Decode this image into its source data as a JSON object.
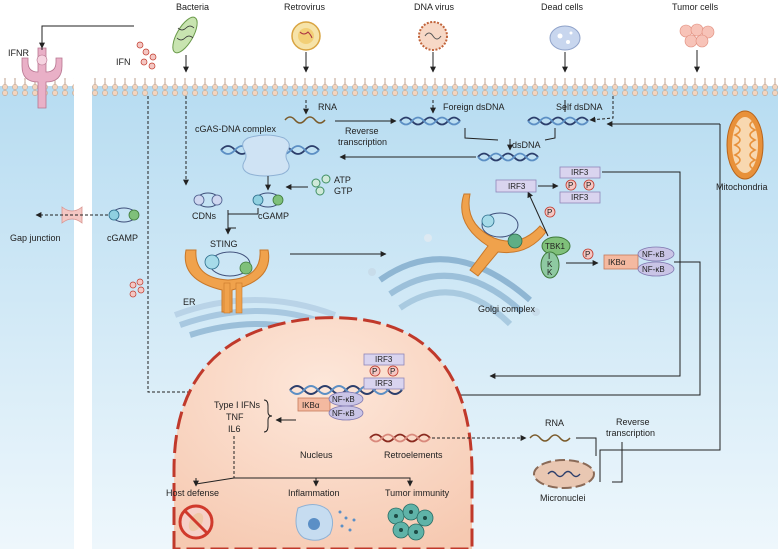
{
  "top_labels": {
    "ifnr": "IFNR",
    "ifn": "IFN",
    "bacteria": "Bacteria",
    "retrovirus": "Retrovirus",
    "dna_virus": "DNA virus",
    "dead_cells": "Dead cells",
    "tumor_cells": "Tumor cells"
  },
  "cytoplasm": {
    "rna": "RNA",
    "reverse": "Reverse",
    "transcription": "transcription",
    "foreign_dsdna": "Foreign dsDNA",
    "self_dsdna": "Self dsDNA",
    "dsdna": "dsDNA",
    "cgas_dna_complex": "cGAS-DNA complex",
    "atp": "ATP",
    "gtp": "GTP",
    "cdns": "CDNs",
    "cgamp": "cGAMP",
    "cgamp_gap": "cGAMP",
    "gap_junction": "Gap junction",
    "sting": "STING",
    "er": "ER",
    "golgi_complex": "Golgi complex",
    "mitochondria": "Mitochondria",
    "irf3": "IRF3",
    "phospho": "P",
    "tbk1": "TBK1",
    "ikk_i": "I",
    "ikk_k": "K",
    "ikk_k2": "K",
    "ikba": "IKBα",
    "nfkb": "NF-κB"
  },
  "nucleus": {
    "label": "Nucleus",
    "type1_ifns": "Type I IFNs",
    "tnf": "TNF",
    "il6": "IL6",
    "retroelements": "Retroelements",
    "irf3": "IRF3",
    "ikba": "IKBα",
    "nfkb": "NF-κB",
    "phospho": "P"
  },
  "micronuclei": {
    "rna": "RNA",
    "reverse": "Reverse",
    "transcription": "transcription",
    "label": "Micronuclei"
  },
  "outcomes": {
    "host_defense": "Host defense",
    "inflammation": "Inflammation",
    "tumor_immunity": "Tumor immunity"
  },
  "colors": {
    "cytoplasm_top": "#bfe0f2",
    "cytoplasm_bottom": "#eaf5fb",
    "nucleus": "#f8d7c4",
    "nucleus_border": "#c0392b",
    "sting_orange": "#f0a24c",
    "protein_box": "#d9d4ef",
    "tbk1": "#7fc07a",
    "ikba": "#f4b9a0",
    "mito_orange": "#e8913a",
    "dna_dark": "#2c3e6b",
    "retro_red": "#c0392b"
  }
}
